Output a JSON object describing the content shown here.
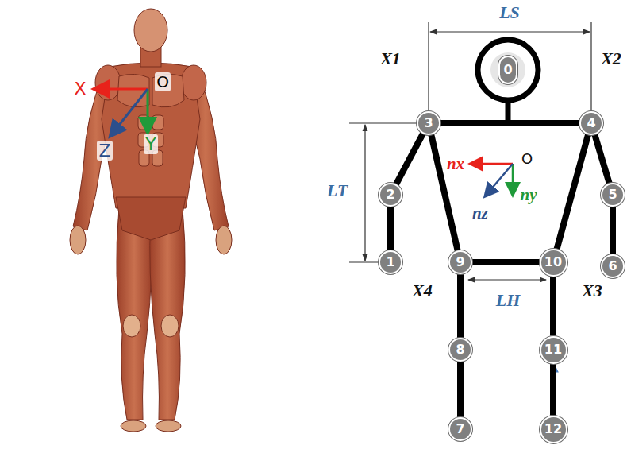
{
  "diagram": {
    "nodes": [
      {
        "text": [
          "0"
        ]
      },
      {
        "text": [
          "1"
        ]
      },
      {
        "text": [
          "2"
        ]
      },
      {
        "text": [
          "3"
        ]
      },
      {
        "text": [
          "4"
        ]
      },
      {
        "text": [
          "5"
        ]
      },
      {
        "text": [
          "6"
        ]
      },
      {
        "text": [
          "7"
        ]
      },
      {
        "text": [
          "8"
        ]
      },
      {
        "text": [
          "9"
        ]
      },
      {
        "text": [
          "10"
        ]
      },
      {
        "text": [
          "11"
        ]
      },
      {
        "text": [
          "12"
        ]
      }
    ],
    "edges": [
      {
        "from": 3,
        "to": 4,
        "arrow": "none"
      },
      {
        "from": 3,
        "to": 2,
        "arrow": "none"
      },
      {
        "from": 2,
        "to": 1,
        "arrow": "none"
      },
      {
        "from": 3,
        "to": 9,
        "arrow": "none"
      },
      {
        "from": 4,
        "to": 10,
        "arrow": "none"
      },
      {
        "from": 4,
        "to": 5,
        "arrow": "none"
      },
      {
        "from": 5,
        "to": 6,
        "arrow": "none"
      },
      {
        "from": 9,
        "to": 10,
        "arrow": "none"
      },
      {
        "from": 9,
        "to": 8,
        "arrow": "none"
      },
      {
        "from": 8,
        "to": 7,
        "arrow": "none"
      },
      {
        "from": 10,
        "to": 11,
        "arrow": "none"
      },
      {
        "from": 11,
        "to": 12,
        "arrow": "none"
      }
    ],
    "labels": [
      "X",
      "Z",
      "Y",
      "O",
      "LS",
      "X1",
      "X2",
      "LT",
      "nx",
      "O",
      "nz",
      "ny",
      "X4",
      "LH",
      "X3"
    ]
  }
}
